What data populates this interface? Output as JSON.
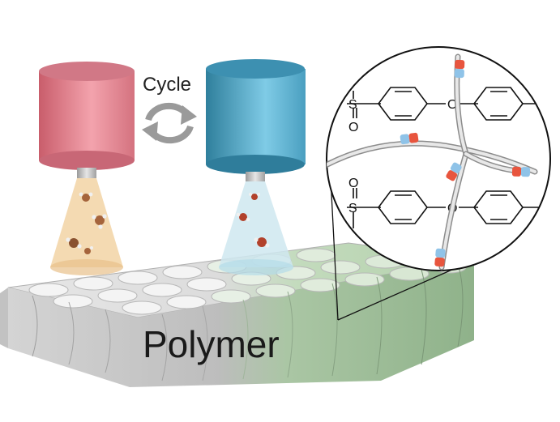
{
  "labels": {
    "cycle": "Cycle",
    "polymer": "Polymer"
  },
  "structure_labels": {
    "sulfur": "S",
    "oxygen": "O",
    "ether_oxygen": "O"
  },
  "colors": {
    "red_nozzle": "#e48a95",
    "blue_nozzle": "#4aa6c8",
    "gray_polymer": "#c9c9c9",
    "green_polymer": "#a9c9a0",
    "crosslink_red": "#e8553e",
    "crosslink_blue": "#8fc3e8"
  },
  "icons": {
    "cycle": "cycle-arrows-icon"
  }
}
